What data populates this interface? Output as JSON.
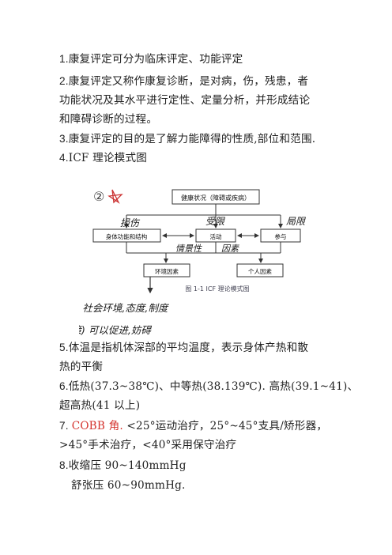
{
  "items": [
    {
      "num": "1.",
      "text": "康复评定可分为临床评定、功能评定"
    },
    {
      "num": "2.",
      "text": "康复评定又称作康复诊断，是对病，伤，残患，者"
    },
    {
      "text": "功能状况及其水平进行定性、定量分析，并形成结论"
    },
    {
      "text": "和障碍诊断的过程。"
    },
    {
      "num": "3.",
      "text": "康复评定的目的是了解力能障得的性质,部位和范围."
    },
    {
      "num": "4.",
      "text": "ICF 理论模式图"
    },
    {
      "num": "5.",
      "text": "体温是指机体深部的平均温度，表示身体产热和散"
    },
    {
      "text": "热的平衡"
    },
    {
      "num": "6.",
      "text": "低热(37.3~38℃)、中等热(38.139℃).  高热(39.1~41)、"
    },
    {
      "text": "超高热(41 以上)"
    },
    {
      "num": "7. ",
      "red": "COBB 角.",
      "text": " <25°运动治疗，25°~45°支具/矫形器，"
    },
    {
      "text": ">45°手术治疗，<40°采用保守治疗"
    },
    {
      "num": "8.",
      "text": "收缩压 90~140mmHg"
    },
    {
      "text": "舒张压 60~90mmHg."
    }
  ],
  "diagram": {
    "top_box": "健康状况（障碍或疾病）",
    "body_box": "身体功能和结构",
    "activity_box": "活动",
    "participation_box": "参与",
    "environment_box": "环境因素",
    "personal_box": "个人因素",
    "caption": "图 1-1  ICF 理论模式图",
    "hw_body": "损伤",
    "hw_activity": "受限",
    "hw_participation": "局限",
    "hw_context": "情景性",
    "hw_factors": "因素",
    "hw_note_1": "(物理，社会环境,态度,制度",
    "hw_note_2": "政策)  可以促进,妨碍",
    "corner_mark": "②"
  }
}
